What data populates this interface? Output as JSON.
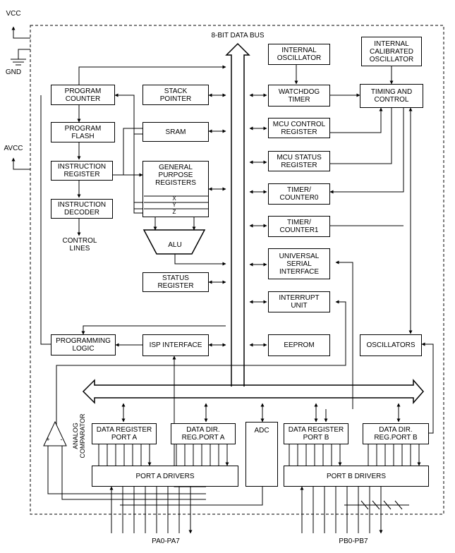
{
  "pins": {
    "vcc": "VCC",
    "gnd": "GND",
    "avcc": "AVCC",
    "porta": "PA0-PA7",
    "portb": "PB0-PB7"
  },
  "bus_label": "8-BIT DATA BUS",
  "blocks": {
    "program_counter": "PROGRAM\nCOUNTER",
    "program_flash": "PROGRAM\nFLASH",
    "instruction_register": "INSTRUCTION\nREGISTER",
    "instruction_decoder": "INSTRUCTION\nDECODER",
    "control_lines": "CONTROL\nLINES",
    "stack_pointer": "STACK\nPOINTER",
    "sram": "SRAM",
    "gp_registers": "GENERAL\nPURPOSE\nREGISTERS",
    "reg_x": "X",
    "reg_y": "Y",
    "reg_z": "Z",
    "alu": "ALU",
    "status_register": "STATUS\nREGISTER",
    "internal_oscillator": "INTERNAL\nOSCILLATOR",
    "internal_calibrated_oscillator": "INTERNAL\nCALIBRATED\nOSCILLATOR",
    "watchdog_timer": "WATCHDOG\nTIMER",
    "timing_control": "TIMING AND\nCONTROL",
    "mcu_control_register": "MCU CONTROL\nREGISTER",
    "mcu_status_register": "MCU STATUS\nREGISTER",
    "timer_counter0": "TIMER/\nCOUNTER0",
    "timer_counter1": "TIMER/\nCOUNTER1",
    "usi": "UNIVERSAL\nSERIAL\nINTERFACE",
    "interrupt_unit": "INTERRUPT\nUNIT",
    "programming_logic": "PROGRAMMING\nLOGIC",
    "isp_interface": "ISP INTERFACE",
    "eeprom": "EEPROM",
    "oscillators": "OSCILLATORS",
    "data_reg_port_a": "DATA REGISTER\nPORT A",
    "data_dir_port_a": "DATA DIR.\nREG.PORT A",
    "adc": "ADC",
    "data_reg_port_b": "DATA REGISTER\nPORT B",
    "data_dir_port_b": "DATA DIR.\nREG.PORT B",
    "port_a_drivers": "PORT A DRIVERS",
    "port_b_drivers": "PORT B DRIVERS",
    "analog_comparator": "ANALOG\nCOMPARATOR",
    "comp_plus": "+",
    "comp_minus": "-"
  }
}
